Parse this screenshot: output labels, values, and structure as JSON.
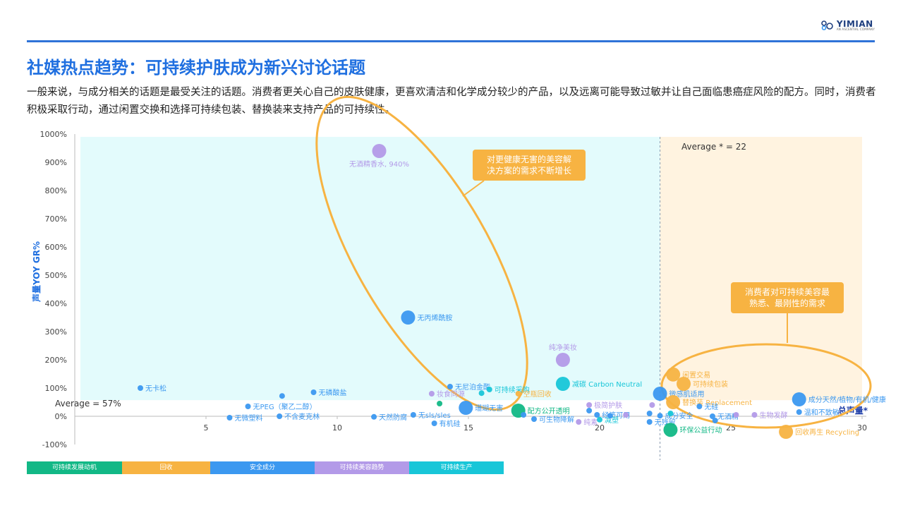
{
  "header": {
    "logo_text": "YIMIAN",
    "logo_subtext": "AN ASCENTIAL COMPANY",
    "title": "社媒热点趋势：可持续护肤成为新兴讨论话题",
    "description": "一般来说，与成分相关的话题是最受关注的话题。消费者更关心自己的皮肤健康，更喜欢清洁和化学成分较少的产品，以及远离可能导致过敏并让自己面临患癌症风险的配方。同时，消费者积极采取行动，通过闲置交换和选择可持续包装、替换装来支持产品的可持续性。"
  },
  "colors": {
    "brand": "#1f6fe0",
    "sustainable_motivation": "#12b886",
    "recycling": "#f7b342",
    "safe_ingredient": "#3b98f0",
    "sustainable_beauty_trend": "#b39ae8",
    "sustainable_production": "#18c6d8",
    "left_region": "#e3fbfc",
    "right_region": "#fff3e0"
  },
  "legend": [
    {
      "label": "可持续发展动机",
      "color": "#12b886"
    },
    {
      "label": "回收",
      "color": "#f7b342"
    },
    {
      "label": "安全成分",
      "color": "#3b98f0"
    },
    {
      "label": "可持续美容趋势",
      "color": "#b39ae8"
    },
    {
      "label": "可持续生产",
      "color": "#18c6d8"
    }
  ],
  "callouts": {
    "left": "对更健康无害的美容解决方案的需求不断增长",
    "right": "消费者对可持续美容最熟悉、最刚性的需求"
  },
  "chart_data": {
    "type": "scatter",
    "xlabel": "总声量*",
    "ylabel": "声量YOY GR%",
    "xlim": [
      0,
      30
    ],
    "ylim": [
      -100,
      1000
    ],
    "x_ticks": [
      "5",
      "10",
      "15",
      "20",
      "25",
      "30"
    ],
    "y_ticks": [
      "-100%",
      "0%",
      "100%",
      "200%",
      "300%",
      "400%",
      "500%",
      "600%",
      "700%",
      "800%",
      "900%",
      "1000%"
    ],
    "average_x_label": "Average * = 22",
    "average_y_label": "Average = 57%",
    "average_x": 22.3,
    "average_y": 57,
    "grid": false,
    "points": [
      {
        "label": "无酒精香水, 940%",
        "x": 11.6,
        "y": 940,
        "category": "sustainable_beauty_trend",
        "size": "large"
      },
      {
        "label": "无丙烯酰胺",
        "x": 12.7,
        "y": 350,
        "category": "safe_ingredient",
        "size": "large"
      },
      {
        "label": "纯净美妆",
        "x": 18.6,
        "y": 200,
        "category": "sustainable_beauty_trend",
        "size": "large"
      },
      {
        "label": "无卡松",
        "x": 2.5,
        "y": 100,
        "category": "safe_ingredient",
        "size": "small"
      },
      {
        "label": "无磷酸盐",
        "x": 9.1,
        "y": 85,
        "category": "safe_ingredient",
        "size": "small"
      },
      {
        "label": "无PEG（聚乙二醇）",
        "x": 6.6,
        "y": 35,
        "category": "safe_ingredient",
        "size": "small"
      },
      {
        "label": "无微塑料",
        "x": 5.9,
        "y": -5,
        "category": "safe_ingredient",
        "size": "small"
      },
      {
        "label": "不含麦克林",
        "x": 7.8,
        "y": 0,
        "category": "safe_ingredient",
        "size": "small"
      },
      {
        "label": "",
        "x": 7.9,
        "y": 72,
        "category": "safe_ingredient",
        "size": "small"
      },
      {
        "label": "天然防腐",
        "x": 11.4,
        "y": -2,
        "category": "safe_ingredient",
        "size": "small"
      },
      {
        "label": "无sls/sles",
        "x": 12.9,
        "y": 5,
        "category": "safe_ingredient",
        "size": "small"
      },
      {
        "label": "无尼泊金酯",
        "x": 14.3,
        "y": 105,
        "category": "safe_ingredient",
        "size": "small"
      },
      {
        "label": "妆食同源",
        "x": 13.6,
        "y": 80,
        "category": "sustainable_beauty_trend",
        "size": "small"
      },
      {
        "label": "",
        "x": 13.9,
        "y": 45,
        "category": "sustainable_motivation",
        "size": "small"
      },
      {
        "label": "珊瑚无害",
        "x": 14.9,
        "y": 30,
        "category": "safe_ingredient",
        "size": "large"
      },
      {
        "label": "有机硅",
        "x": 13.7,
        "y": -25,
        "category": "safe_ingredient",
        "size": "small"
      },
      {
        "label": "",
        "x": 15.5,
        "y": 82,
        "category": "sustainable_production",
        "size": "small"
      },
      {
        "label": "可持续采购",
        "x": 15.8,
        "y": 95,
        "category": "sustainable_production",
        "size": "small"
      },
      {
        "label": "空瓶回收",
        "x": 16.9,
        "y": 80,
        "category": "recycling",
        "size": "small"
      },
      {
        "label": "配方公开透明",
        "x": 16.9,
        "y": 20,
        "category": "sustainable_motivation",
        "size": "large"
      },
      {
        "label": "",
        "x": 17.1,
        "y": 5,
        "category": "safe_ingredient",
        "size": "small"
      },
      {
        "label": "可生物降解",
        "x": 17.5,
        "y": -10,
        "category": "safe_ingredient",
        "size": "small"
      },
      {
        "label": "减碳 Carbon Neutral",
        "x": 18.6,
        "y": 115,
        "category": "sustainable_production",
        "size": "large"
      },
      {
        "label": "极简护肤",
        "x": 19.6,
        "y": 40,
        "category": "sustainable_beauty_trend",
        "size": "small"
      },
      {
        "label": "",
        "x": 19.6,
        "y": 20,
        "category": "safe_ingredient",
        "size": "small"
      },
      {
        "label": "经济可用",
        "x": 19.9,
        "y": 5,
        "category": "safe_ingredient",
        "size": "small"
      },
      {
        "label": "纯素",
        "x": 19.2,
        "y": -20,
        "category": "sustainable_beauty_trend",
        "size": "small"
      },
      {
        "label": "减塑",
        "x": 20.0,
        "y": -12,
        "category": "sustainable_production",
        "size": "small"
      },
      {
        "label": "",
        "x": 21.0,
        "y": 5,
        "category": "sustainable_beauty_trend",
        "size": "small"
      },
      {
        "label": "",
        "x": 20.4,
        "y": 2,
        "category": "safe_ingredient",
        "size": "small"
      },
      {
        "label": "无残留",
        "x": 21.9,
        "y": -20,
        "category": "safe_ingredient",
        "size": "small"
      },
      {
        "label": "",
        "x": 21.9,
        "y": 10,
        "category": "safe_ingredient",
        "size": "small"
      },
      {
        "label": "",
        "x": 22.0,
        "y": 40,
        "category": "sustainable_beauty_trend",
        "size": "small"
      },
      {
        "label": "成分安全",
        "x": 22.3,
        "y": 2,
        "category": "safe_ingredient",
        "size": "small"
      },
      {
        "label": "微感肌适用",
        "x": 22.3,
        "y": 80,
        "category": "safe_ingredient",
        "size": "large"
      },
      {
        "label": "替换装 Replacement",
        "x": 22.8,
        "y": 50,
        "category": "recycling",
        "size": "large"
      },
      {
        "label": "",
        "x": 22.7,
        "y": 10,
        "category": "sustainable_production",
        "size": "small"
      },
      {
        "label": "环保公益行动",
        "x": 22.7,
        "y": -48,
        "category": "sustainable_motivation",
        "size": "large"
      },
      {
        "label": "闲置交易",
        "x": 22.8,
        "y": 148,
        "category": "recycling",
        "size": "large"
      },
      {
        "label": "可持续包装",
        "x": 23.2,
        "y": 115,
        "category": "recycling",
        "size": "large"
      },
      {
        "label": "无硅",
        "x": 23.8,
        "y": 35,
        "category": "safe_ingredient",
        "size": "small"
      },
      {
        "label": "无酒精",
        "x": 24.3,
        "y": 0,
        "category": "safe_ingredient",
        "size": "small"
      },
      {
        "label": "",
        "x": 24.4,
        "y": -15,
        "category": "safe_ingredient",
        "size": "small"
      },
      {
        "label": "",
        "x": 25.2,
        "y": 5,
        "category": "sustainable_beauty_trend",
        "size": "small"
      },
      {
        "label": "生物发酵",
        "x": 25.9,
        "y": 5,
        "category": "sustainable_beauty_trend",
        "size": "small"
      },
      {
        "label": "成分天然/植物/有机/健康",
        "x": 27.6,
        "y": 60,
        "category": "safe_ingredient",
        "size": "large"
      },
      {
        "label": "温和不致敏",
        "x": 27.6,
        "y": 15,
        "category": "safe_ingredient",
        "size": "small"
      },
      {
        "label": "回收再生 Recycling",
        "x": 27.1,
        "y": -55,
        "category": "recycling",
        "size": "large"
      }
    ]
  }
}
